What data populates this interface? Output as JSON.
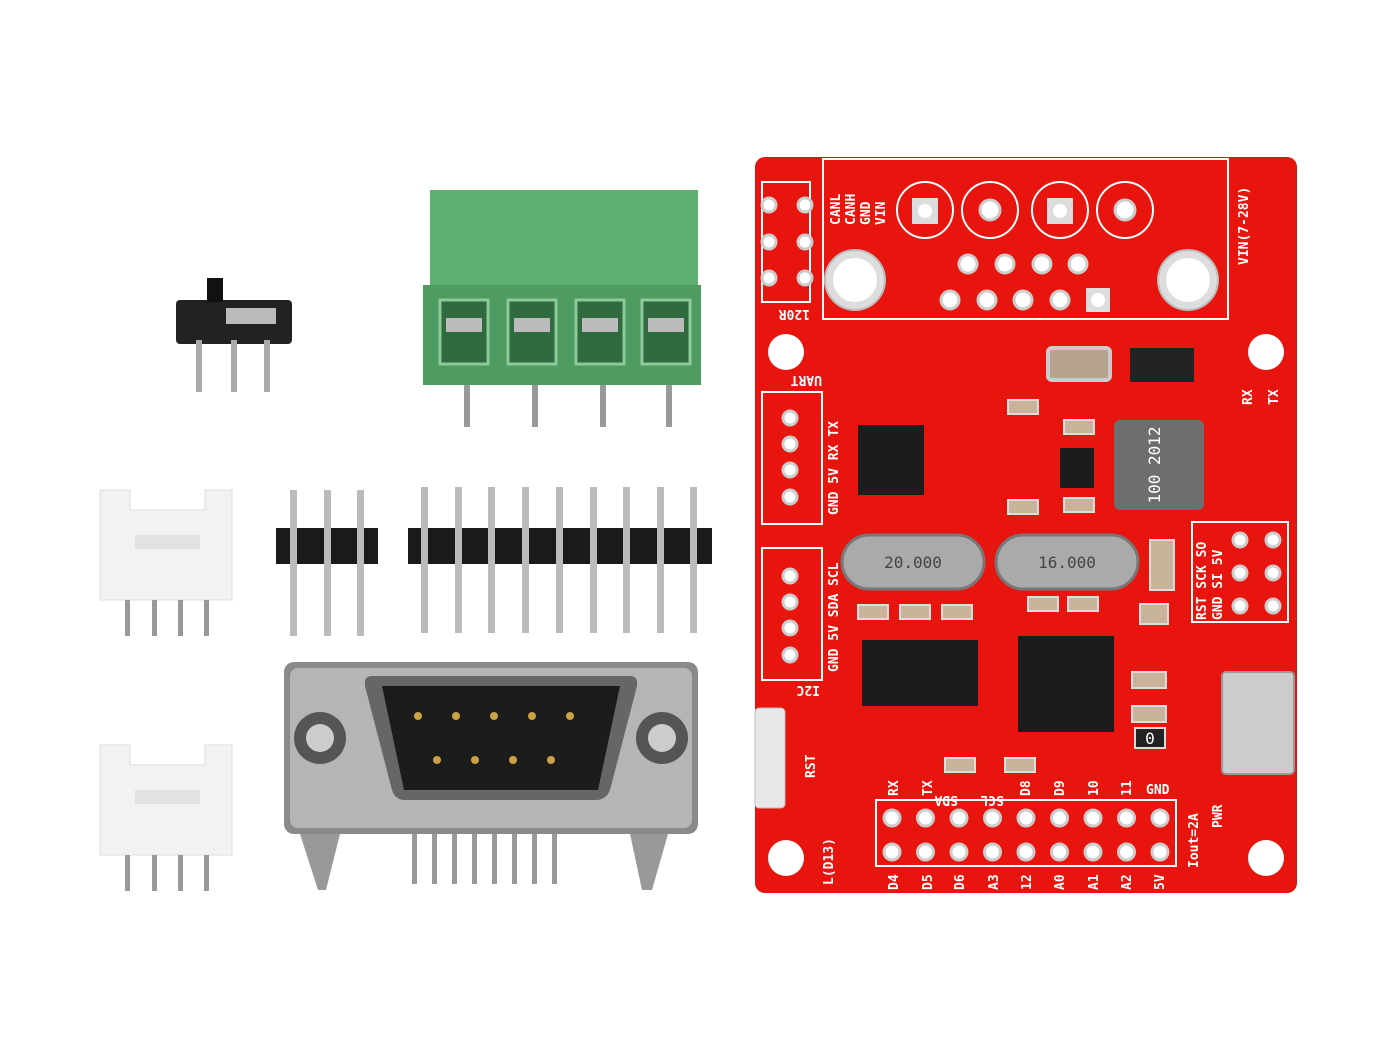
{
  "board": {
    "color": "#e8140e",
    "can_labels": [
      "CANL",
      "CANH",
      "GND",
      "VIN"
    ],
    "resistor_label": "120R",
    "vin_label": "VIN(7-28V)",
    "uart_label": "UART",
    "uart_pins": "GND 5V RX TX",
    "i2c_label": "I2C",
    "i2c_pins": "GND 5V SDA SCL",
    "led_rx": "RX",
    "led_tx": "TX",
    "icsp_top": "RST SCK SO",
    "icsp_bottom": "GND SI 5V",
    "crystal_left": "20.000",
    "crystal_right": "16.000",
    "inductor": "100 2012",
    "fuse": "0",
    "rst_label": "RST",
    "led_label": "L(D13)",
    "pwr_label": "PWR",
    "iout_label": "Iout=2A",
    "header_top": [
      "RX",
      "TX",
      "SDA",
      "SCL",
      "D8",
      "D9",
      "10",
      "11",
      "GND"
    ],
    "header_bottom": [
      "D4",
      "D5",
      "D6",
      "A3",
      "12",
      "A0",
      "A1",
      "A2",
      "5V"
    ]
  }
}
